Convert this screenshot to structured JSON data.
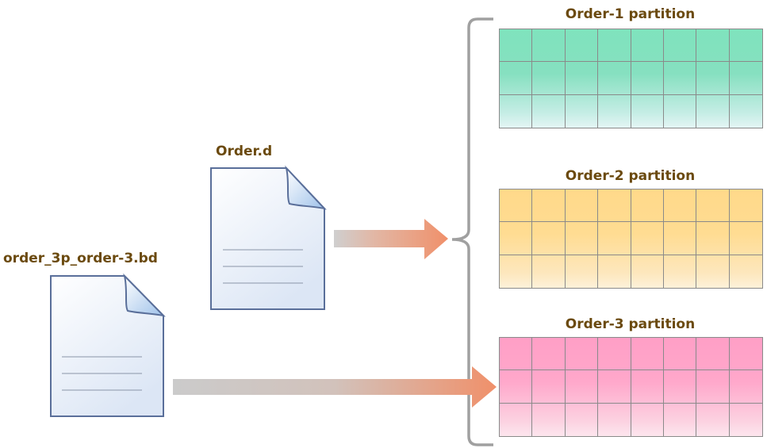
{
  "files": {
    "order_d": {
      "label": "Order.d",
      "icon": "document-icon"
    },
    "order_3p": {
      "label": "order_3p_order-3.bd",
      "icon": "document-icon"
    }
  },
  "partitions": [
    {
      "label": "Order-1 partition",
      "color": "#7fe3bd",
      "rows": 3,
      "cols": 8
    },
    {
      "label": "Order-2 partition",
      "color": "#ffd98a",
      "rows": 3,
      "cols": 8
    },
    {
      "label": "Order-3 partition",
      "color": "#ff9fc6",
      "rows": 3,
      "cols": 8
    }
  ],
  "colors": {
    "label_text": "#6b4a0f",
    "arrow_start": "#c8c8c8",
    "arrow_end": "#f0906a",
    "brace": "#a0a0a0",
    "document_border": "#5a6f9a"
  }
}
